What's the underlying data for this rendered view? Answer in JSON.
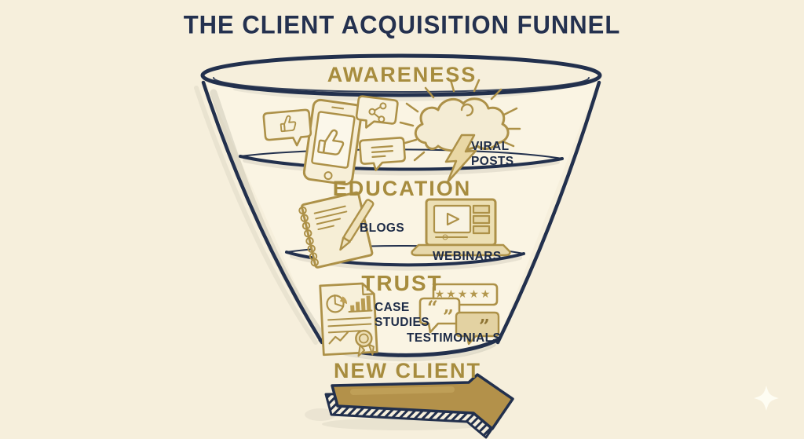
{
  "title": "THE CLIENT ACQUISITION FUNNEL",
  "colors": {
    "background": "#f6efdc",
    "ink_navy": "#22304d",
    "gold_icon": "#ad9148",
    "gold_text": "#a78c3e",
    "caption_navy": "#1d2b47",
    "arrow_fill": "#b3914a",
    "funnel_interior": "#faf4e3"
  },
  "stages": {
    "awareness": {
      "label": "AWARENESS",
      "caption_viral": "VIRAL\nPOSTS"
    },
    "education": {
      "label": "EDUCATION",
      "caption_blogs": "BLOGS",
      "caption_webinars": "WEBINARS"
    },
    "trust": {
      "label": "TRUST",
      "caption_case": "CASE\nSTUDIES",
      "caption_testimonials": "TESTIMONIALS",
      "stars": "★★★★★",
      "quote_open": "“",
      "quote_close": "”"
    }
  },
  "outcome": {
    "label": "NEW CLIENT"
  },
  "icons": [
    "thumbs-up-phone-icon",
    "thumbs-up-bubble-icon",
    "share-bubble-icon",
    "message-bubble-icon",
    "storm-cloud-lightning-icon",
    "notebook-pen-icon",
    "laptop-video-icon",
    "case-study-document-icon",
    "testimonial-bubbles-icon",
    "new-client-arrow-icon",
    "sparkle-icon"
  ]
}
